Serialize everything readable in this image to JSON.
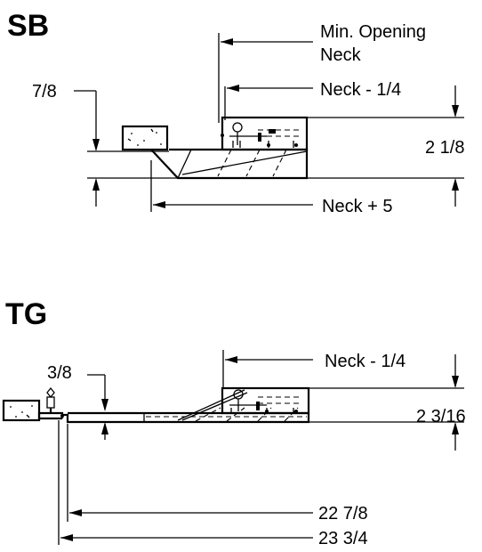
{
  "sections": {
    "sb": {
      "title": "SB",
      "labels": {
        "min_opening": "Min. Opening",
        "neck": "Neck",
        "neck_minus": "Neck - 1/4",
        "top_dim": "7/8",
        "height_dim": "2 1/8",
        "neck_plus": "Neck + 5"
      }
    },
    "tg": {
      "title": "TG",
      "labels": {
        "top_dim": "3/8",
        "neck_minus": "Neck - 1/4",
        "height_dim": "2 3/16",
        "dim_a": "22 7/8",
        "dim_b": "23 3/4"
      }
    }
  }
}
